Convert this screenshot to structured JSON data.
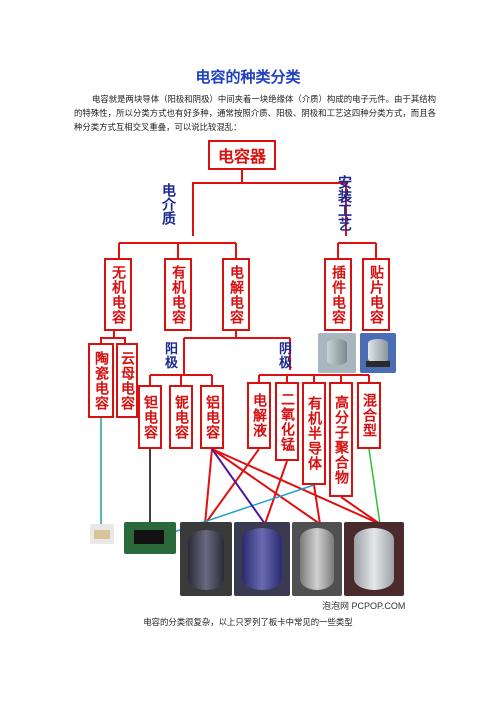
{
  "title": "电容的种类分类",
  "intro": "电容就是两块导体（阳极和阴极）中间夹着一块绝缘体（介质）构成的电子元件。由于其结构的特殊性，所以分类方式也有好多种，通常按照介质、阳极、阴极和工艺这四种分类方式，而且各种分类方式互相交叉重叠，可以说比较混乱：",
  "diagram": {
    "root": "电容器",
    "branch_left": "电介质",
    "branch_right": "安装工艺",
    "dielectric": [
      "无机电容",
      "有机电容",
      "电解电容"
    ],
    "install": [
      "插件电容",
      "贴片电容"
    ],
    "inorganic": [
      "陶瓷电容",
      "云母电容"
    ],
    "anode_label": "阳极",
    "cathode_label": "阴极",
    "anode": [
      "钽电容",
      "铌电容",
      "铝电容"
    ],
    "cathode": [
      "电解液",
      "二氧化锰",
      "有机半导体",
      "高分子聚合物",
      "混合型"
    ]
  },
  "watermark": "泡泡网 PCPOP.COM",
  "caption": "电容的分类很复杂，以上只罗列了板卡中常见的一些类型",
  "colors": {
    "box_border": "#d81010",
    "label_blue": "#1a2a90",
    "title_blue": "#2040c0",
    "line_red": "#e01010",
    "line_blue": "#2020d0",
    "line_teal": "#20a0a0",
    "line_green": "#30c030",
    "line_black": "#000000"
  }
}
